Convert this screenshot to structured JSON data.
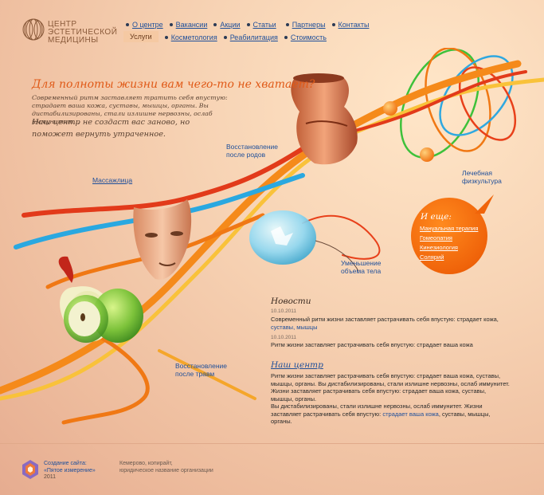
{
  "logo": {
    "line1": "ЦЕНТР",
    "line2": "ЭСТЕТИЧЕСКОЙ",
    "line3": "МЕДИЦИНЫ"
  },
  "nav": {
    "row1": [
      {
        "label": "О центре",
        "name": "nav-about"
      },
      {
        "label": "Вакансии",
        "name": "nav-vacancies"
      },
      {
        "label": "Акции",
        "name": "nav-promotions"
      },
      {
        "label": "Статьи",
        "name": "nav-articles"
      },
      {
        "label": "Партнеры",
        "name": "nav-partners"
      },
      {
        "label": "Контакты",
        "name": "nav-contacts"
      }
    ],
    "row2": [
      {
        "label": "Услуги",
        "name": "nav-services",
        "active": true
      },
      {
        "label": "Косметология",
        "name": "nav-cosmetology"
      },
      {
        "label": "Реабилитация",
        "name": "nav-rehabilitation"
      },
      {
        "label": "Стоимость",
        "name": "nav-prices"
      }
    ]
  },
  "intro": {
    "tagline": "Для полноты жизни вам чего-то не хватает?",
    "small": "Современный ритм заставляет тратить себя впустую: страдает ваша кожа, суставы, мышцы, органы. Вы дистабилизированы,  стали излишне нервозны, ослаб иммунитет...",
    "big": "Наш центр не создаст вас заново, но поможет вернуть утраченное."
  },
  "art_links": {
    "postnatal": "Восстановление после родов",
    "massage": "Массажлица",
    "physio": "Лечебная физкультура",
    "body_volume": "Уменьшение объема тела",
    "injury": "Восстановление после травм"
  },
  "bubble": {
    "title": "И еще:",
    "items": [
      "Мануальная терапия",
      "Гомеопатия",
      "Кинезиология",
      "Солярий"
    ]
  },
  "news": {
    "title": "Новости",
    "items": [
      {
        "date": "10.10.2011",
        "text": "Современный ритм жизни заставляет растрачивать себя впустую: страдает кожа, ",
        "link": "суставы, мышцы"
      },
      {
        "date": "10.10.2011",
        "text": "Ритм жизни заставляет растрачивать себя впустую: страдает ваша кожа",
        "link": ""
      }
    ]
  },
  "center": {
    "title": "Наш центр",
    "p1": "Ритм жизни заставляет растрачивать себя впустую: страдает ваша кожа, суставы, мышцы, органы. Вы дистабилизированы,  стали излишне нервозны, ослаб иммунитет. Жизни заставляет растрачивать себя впустую: страдает ваша кожа, суставы, мышцы, органы.",
    "p2_before": "Вы дистабилизированы,  стали излишне нервозны, ослаб иммунитет. Жизни заставляет растрачивать себя впустую: ",
    "p2_link": "страдает ваша кожа",
    "p2_after": ", суставы, мышцы, органы."
  },
  "footer": {
    "credit_line1": "Создание сайта:",
    "credit_line2": "«Пятое измерение»",
    "credit_year": "2011",
    "info_line1": "Кемерово, копирайт,",
    "info_line2": "юридическое название организации"
  },
  "colors": {
    "accent": "#e05a18",
    "link": "#1f4f9a",
    "bubble": "#f0640a"
  }
}
